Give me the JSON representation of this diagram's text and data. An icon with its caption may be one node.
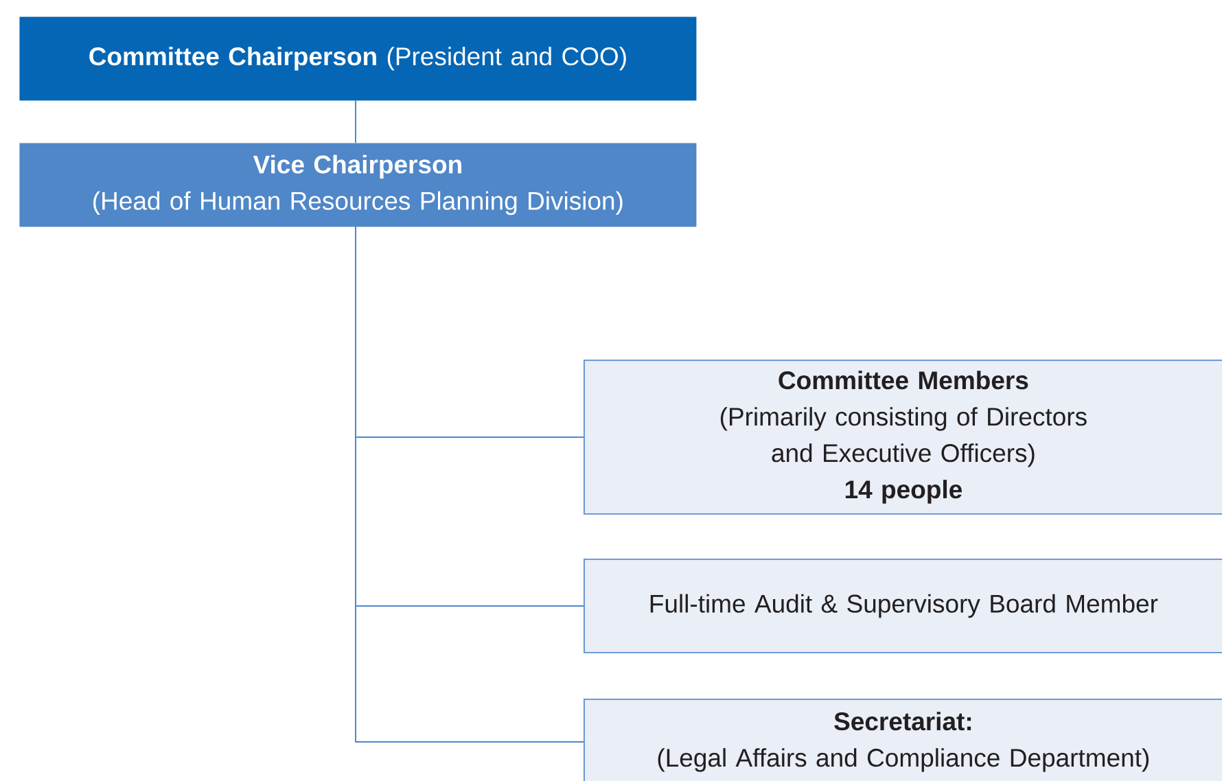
{
  "diagram": {
    "nodes": [
      {
        "text": [
          "Committee Chairperson",
          "(President and COO)"
        ]
      },
      {
        "text": [
          "Vice Chairperson",
          "(Head of Human Resources Planning Division)"
        ]
      },
      {
        "text": [
          "Committee Members",
          "(Primarily consisting of Directors and Executive Officers)",
          "14 people"
        ]
      },
      {
        "text": [
          "Full-time Audit & Supervisory Board Member"
        ]
      },
      {
        "text": [
          "Secretariat:",
          "(Legal Affairs and Compliance Department)"
        ]
      }
    ],
    "edges": [
      {
        "from": 0,
        "to": 1,
        "arrow": "none"
      },
      {
        "from": 1,
        "to": 2,
        "arrow": "none"
      },
      {
        "from": 1,
        "to": 3,
        "arrow": "none"
      },
      {
        "from": 1,
        "to": 4,
        "arrow": "none"
      }
    ]
  }
}
